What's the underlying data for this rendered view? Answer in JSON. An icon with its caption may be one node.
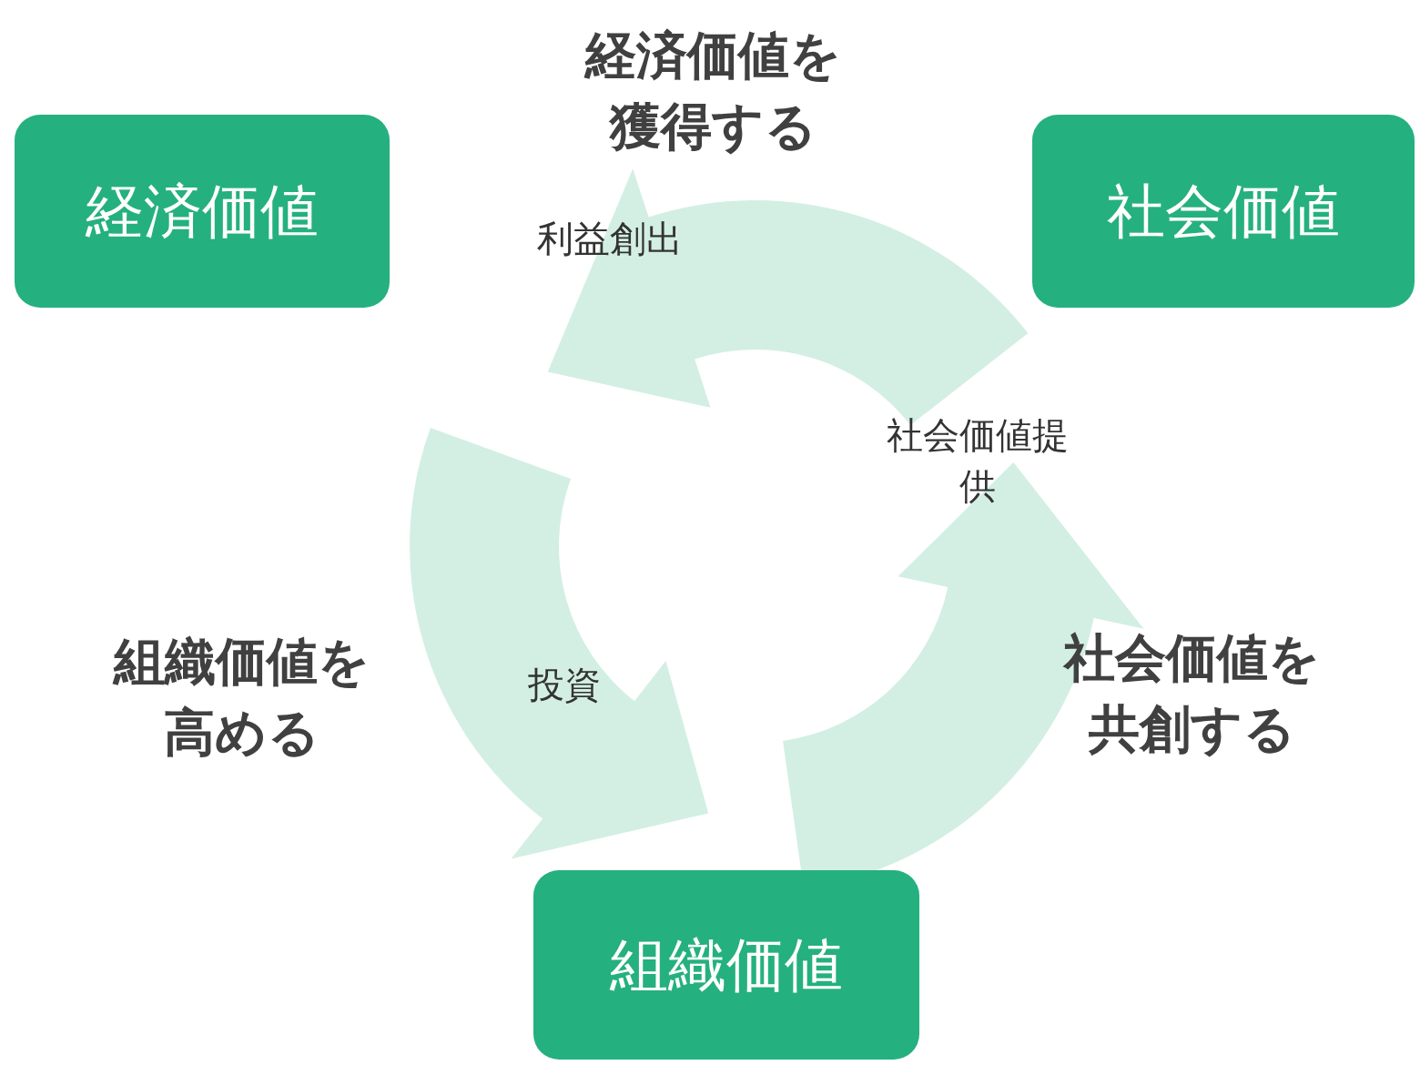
{
  "diagram": {
    "nodes": [
      {
        "text": [
          "経済価値"
        ]
      },
      {
        "text": [
          "社会価値"
        ]
      },
      {
        "text": [
          "組織価値"
        ]
      }
    ],
    "labels": [
      "経済価値を獲得する",
      "利益創出",
      "社会価値提供",
      "組織価値を高める",
      "投資",
      "社会価値を共創する"
    ]
  }
}
